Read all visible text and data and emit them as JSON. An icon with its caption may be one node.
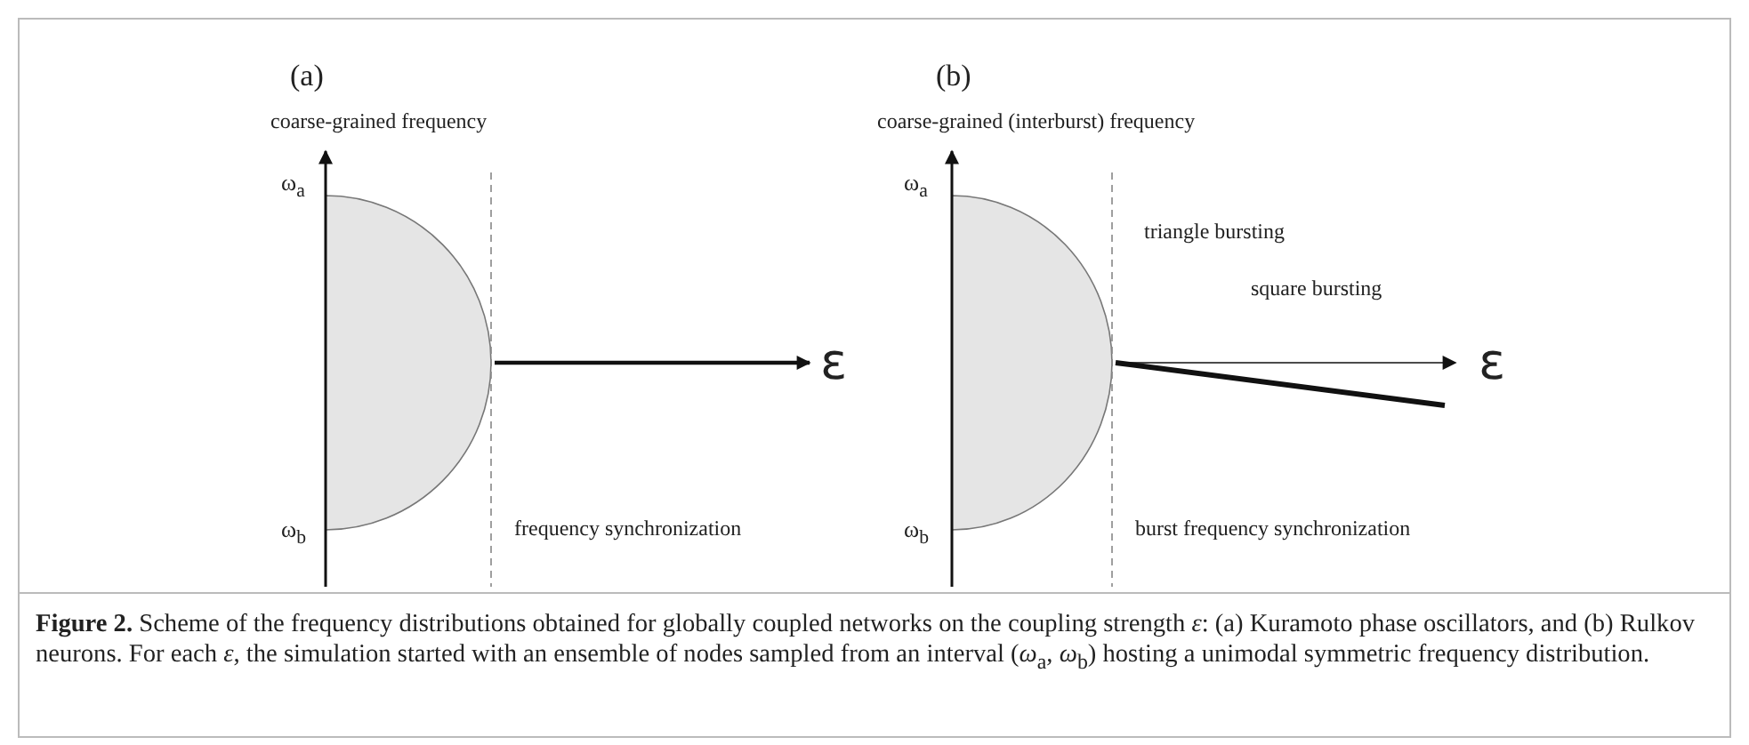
{
  "diagram": {
    "caption": "**Figure 2.** Scheme of the frequency distributions obtained for globally coupled networks on the coupling strength *ε*: (a) Kuramoto phase oscillators, and (b) Rulkov neurons. For each *ε*, the simulation started with an ensemble of nodes sampled from an interval (*ω*$_{a}$, *ω*$_{b}$) hosting a unimodal symmetric frequency distribution.",
    "labels": [
      "(a)",
      "coarse-grained frequency",
      "ω$_{a}$",
      "ε",
      "ω$_{b}$",
      "frequency synchronization",
      "(b)",
      "coarse-grained (interburst) frequency",
      "ω$_{a}$",
      "triangle bursting",
      "square bursting",
      "ε",
      "ω$_{b}$",
      "burst frequency synchronization"
    ]
  }
}
